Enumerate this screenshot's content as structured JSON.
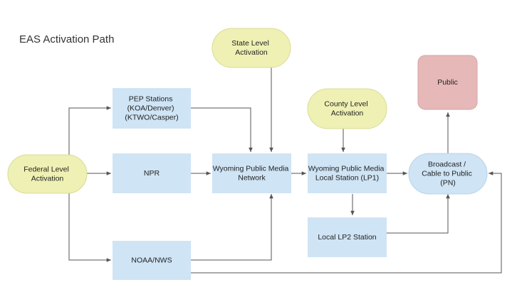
{
  "title": "EAS Activation Path",
  "colors": {
    "oval_fill": "#eef1b3",
    "rect_fill": "#cfe4f5",
    "public_fill": "#e6b8b8",
    "edge": "#555555"
  },
  "nodes": {
    "federal": {
      "lines": [
        "Federal Level",
        "Activation"
      ]
    },
    "pep": {
      "lines": [
        "PEP Stations",
        "(KOA/Denver)",
        "(KTWO/Casper)"
      ]
    },
    "npr": {
      "lines": [
        "NPR"
      ]
    },
    "noaa": {
      "lines": [
        "NOAA/NWS"
      ]
    },
    "state": {
      "lines": [
        "State Level",
        "Activation"
      ]
    },
    "wpm": {
      "lines": [
        "Wyoming Public Media",
        "Network"
      ]
    },
    "county": {
      "lines": [
        "County Level",
        "Activation"
      ]
    },
    "local1": {
      "lines": [
        "Wyoming Public Media",
        "Local Station (LP1)"
      ]
    },
    "local2": {
      "lines": [
        "Local LP2 Station"
      ]
    },
    "broadcast": {
      "lines": [
        "Broadcast /",
        "Cable to Public",
        "(PN)"
      ]
    },
    "public": {
      "lines": [
        "Public"
      ]
    }
  }
}
